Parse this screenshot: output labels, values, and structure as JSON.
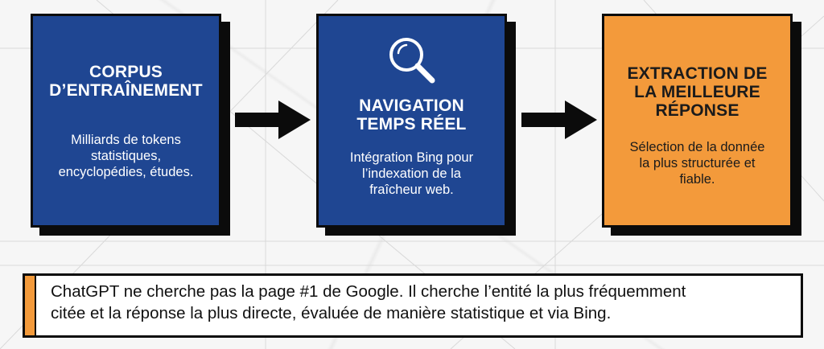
{
  "colors": {
    "blue": "#1f4692",
    "orange": "#f39a3b",
    "black": "#0b0b0b",
    "white": "#ffffff"
  },
  "boxes": [
    {
      "title": "CORPUS\nD’ENTRAÎNEMENT",
      "description": "Milliards de tokens\nstatistiques,\nencyclopédies, études.",
      "color": "blue"
    },
    {
      "icon": "search-icon",
      "title": "NAVIGATION\nTEMPS RÉEL",
      "description": "Intégration Bing pour\nl’indexation de la\nfraîcheur web.",
      "color": "blue"
    },
    {
      "title": "EXTRACTION DE\nLA MEILLEURE\nRÉPONSE",
      "description": "Sélection de la donnée\nla plus structurée et\nfiable.",
      "color": "orange"
    }
  ],
  "arrows": [
    "arrow-right-icon",
    "arrow-right-icon"
  ],
  "note": {
    "text": "ChatGPT ne cherche pas la page #1 de Google. Il cherche l’entité la plus fréquemment\ncitée et la réponse la plus directe, évaluée de manière statistique et via Bing."
  }
}
